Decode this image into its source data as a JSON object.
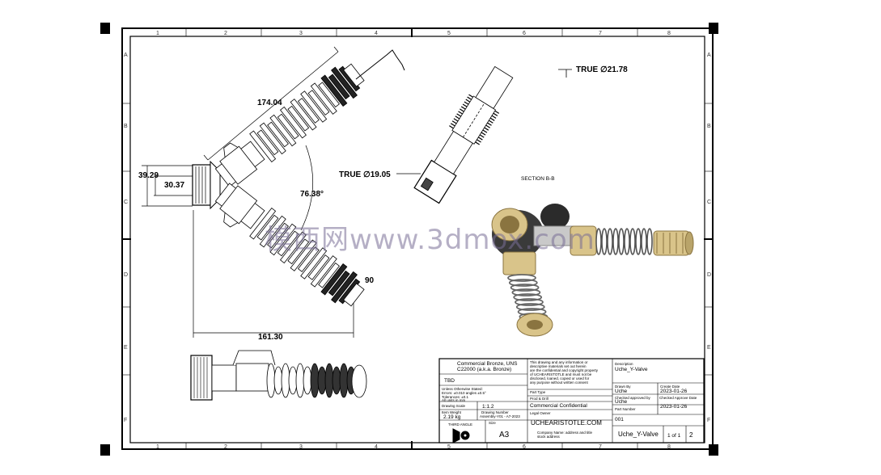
{
  "zones": {
    "top": [
      "1",
      "2",
      "3",
      "4",
      "5",
      "6",
      "7",
      "8"
    ],
    "bottom": [
      "1",
      "2",
      "3",
      "4",
      "5",
      "6",
      "7",
      "8"
    ],
    "left": [
      "A",
      "B",
      "C",
      "D",
      "E",
      "F"
    ],
    "right": [
      "A",
      "B",
      "C",
      "D",
      "E",
      "F"
    ]
  },
  "dimensions": {
    "length_diag": "174.04",
    "height_outer": "39.29",
    "height_inner": "30.37",
    "angle": "76.38°",
    "width_bottom": "161.30",
    "partial_label": "90",
    "true_dia_top": "TRUE  ∅21.78",
    "true_dia_mid": "TRUE  ∅19.05",
    "section_label": "SECTION B-B"
  },
  "watermark": "模西网www.3dmox.com",
  "title_block": {
    "material_lines": [
      "Commercial Bronze, UNS",
      "C22000 (a.k.a. Bronze)"
    ],
    "material_sub": "TBD",
    "notes_lines": [
      "Unless Otherwise Stated:",
      "Errors: ±0.010 angles ±0.5°",
      "Tolerances: ±0.1",
      "All units in mm"
    ],
    "drawing_scale_label": "Drawing Scale",
    "drawing_scale_value": "1:1.2",
    "weight_label": "Item Weight",
    "weight_value": "2.19 kg",
    "drawing_number_label": "Drawing Number",
    "drawing_number_value": "Assembly-Y01 - A7-2023",
    "projection_label": "THIRD ANGLE",
    "sheet_size_label": "Size",
    "sheet_size": "A3",
    "legal_lines": [
      "This drawing and any information or",
      "descriptive materials set out herein",
      "are the confidential and copyright property",
      "of UCHEARISTOTLE and must not be",
      "disclosed, loaned, copied or used for",
      "any purpose without written consent"
    ],
    "part_type_label": "Part Type",
    "part_type_value": "Prod & Drill",
    "confidential": "Commercial Confidential",
    "legal_owner_label": "Legal Owner",
    "website": "UCHEARISTOTLE.COM",
    "company_lines": [
      "Company Name: address and title",
      "stock address"
    ],
    "description_label": "Description",
    "description_value": "Uche_Y-Valve",
    "drawn_by_label": "Drawn By",
    "drawn_by_value": "Uche",
    "create_date_label": "Create Date",
    "create_date_value": "2023-01-26",
    "checked_by_label": "Checked approved by",
    "checked_by_value": "Uche",
    "approve_date_label": "Checked Approve Date",
    "approve_date_value": "2023-01-26",
    "part_number_label": "Part Number",
    "part_number_value": "001",
    "title_value": "Uche_Y-Valve",
    "sheet_value": "1 of 1",
    "rev_value": "2"
  },
  "colors": {
    "line": "#000000",
    "brass": "#d9c48a",
    "brass_dark": "#8a7440",
    "steel": "#c9c9c9",
    "rubber": "#2b2b2b",
    "watermark": "#786e96"
  }
}
